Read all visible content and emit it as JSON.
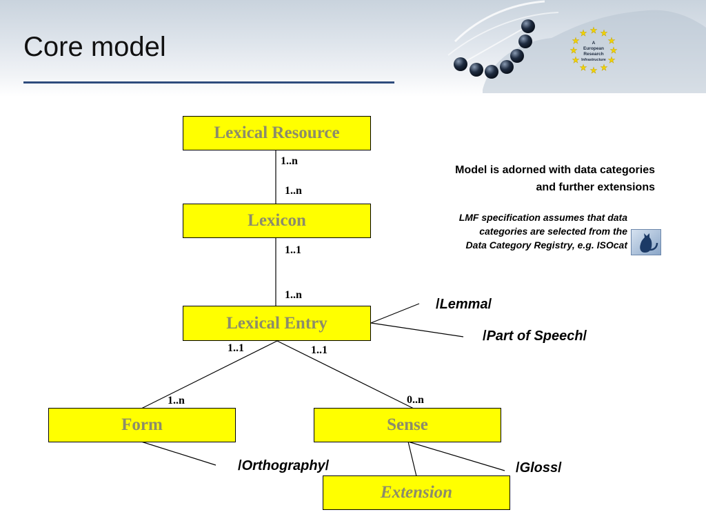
{
  "slide": {
    "title": "Core model",
    "logo_text": [
      "A",
      "European",
      "Research",
      "Infrastructure"
    ]
  },
  "diagram": {
    "boxes": {
      "lexical_resource": "Lexical Resource",
      "lexicon": "Lexicon",
      "lexical_entry": "Lexical Entry",
      "form": "Form",
      "sense": "Sense",
      "extension": "Extension"
    },
    "multiplicities": {
      "resource_to_lexicon_top": "1..n",
      "resource_to_lexicon_bottom": "1..n",
      "lexicon_to_entry_top": "1..1",
      "lexicon_to_entry_bottom": "1..n",
      "entry_to_form_top": "1..1",
      "entry_to_sense_top": "1..1",
      "entry_to_form_bottom": "1..n",
      "entry_to_sense_bottom": "0..n"
    },
    "data_categories": {
      "lemma": "Lemma",
      "part_of_speech": "Part of Speech",
      "orthography": "Orthography",
      "gloss": "Gloss"
    }
  },
  "notes": {
    "main_line1": "Model is adorned with data categories",
    "main_line2": "and further extensions",
    "sub_line1": "LMF specification assumes that data",
    "sub_line2": "categories are selected from the",
    "sub_line3": "Data Category Registry, e.g. ISOcat"
  },
  "colors": {
    "box_fill": "#ffff00",
    "box_text": "#8c8c6a",
    "title_rule": "#2e4b7c"
  }
}
